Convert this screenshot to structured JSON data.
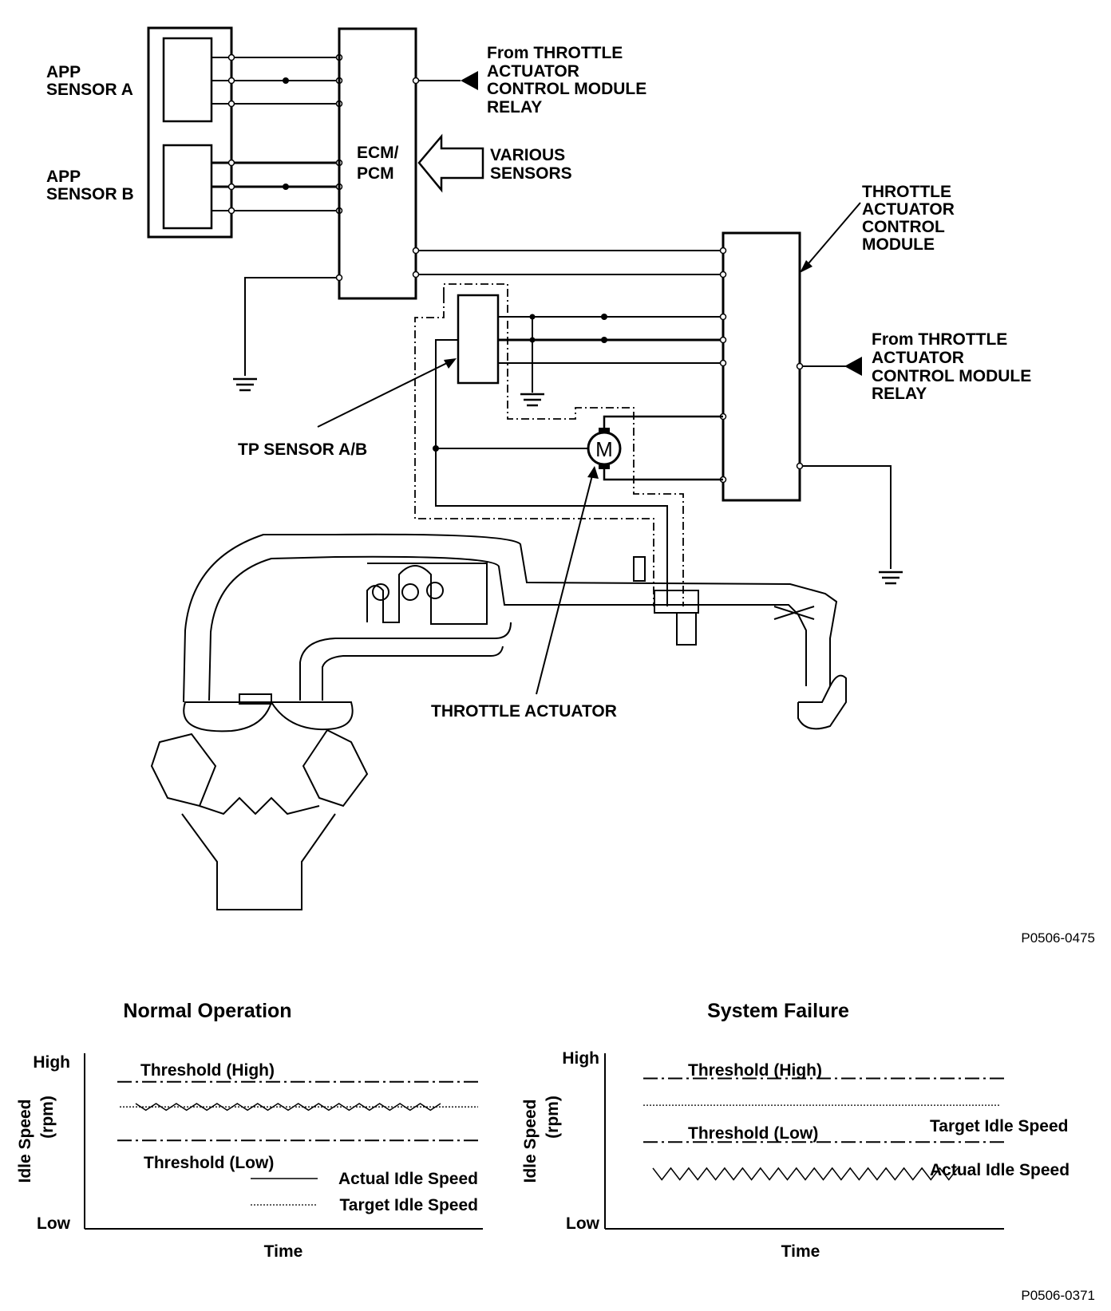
{
  "diagram": {
    "app_sensor_a": [
      "APP",
      "SENSOR A"
    ],
    "app_sensor_b": [
      "APP",
      "SENSOR B"
    ],
    "ecm": [
      "ECM/",
      "PCM"
    ],
    "relay_top": [
      "From THROTTLE",
      "ACTUATOR",
      "CONTROL MODULE",
      "RELAY"
    ],
    "various_sensors": [
      "VARIOUS",
      "SENSORS"
    ],
    "tacm": [
      "THROTTLE",
      "ACTUATOR",
      "CONTROL",
      "MODULE"
    ],
    "relay_right": [
      "From THROTTLE",
      "ACTUATOR",
      "CONTROL MODULE",
      "RELAY"
    ],
    "tp_sensor": "TP SENSOR A/B",
    "motor_symbol": "M",
    "throttle_actuator": "THROTTLE ACTUATOR",
    "figure_code": "P0506-0475"
  },
  "chart_data": [
    {
      "type": "line",
      "title": "Normal Operation",
      "xlabel": "Time",
      "ylabel": [
        "Idle Speed",
        "(rpm)"
      ],
      "y_ticks": [
        "High",
        "Low"
      ],
      "reference_lines": [
        {
          "label": "Threshold (High)",
          "style": "dash-dot",
          "level": 0.83
        },
        {
          "label": "Threshold (Low)",
          "style": "dash-dot",
          "level": 0.48
        }
      ],
      "series": [
        {
          "name": "Actual Idle Speed",
          "style": "zigzag",
          "level": 0.68,
          "amplitude": 0.02,
          "cycles": 15
        },
        {
          "name": "Target Idle Speed",
          "style": "dotted",
          "level": 0.68
        }
      ],
      "legend": "bottom-right"
    },
    {
      "type": "line",
      "title": "System Failure",
      "xlabel": "Time",
      "ylabel": [
        "Idle Speed",
        "(rpm)"
      ],
      "y_ticks": [
        "High",
        "Low"
      ],
      "reference_lines": [
        {
          "label": "Threshold (High)",
          "style": "dash-dot",
          "level": 0.85
        },
        {
          "label": "Threshold (Low)",
          "style": "dash-dot",
          "level": 0.47
        }
      ],
      "series": [
        {
          "name": "Target Idle Speed",
          "style": "dotted",
          "level": 0.69
        },
        {
          "name": "Actual Idle Speed",
          "style": "zigzag",
          "level": 0.28,
          "amplitude": 0.035,
          "cycles": 17
        }
      ],
      "legend": "right"
    }
  ],
  "figure_code_bottom": "P0506-0371"
}
